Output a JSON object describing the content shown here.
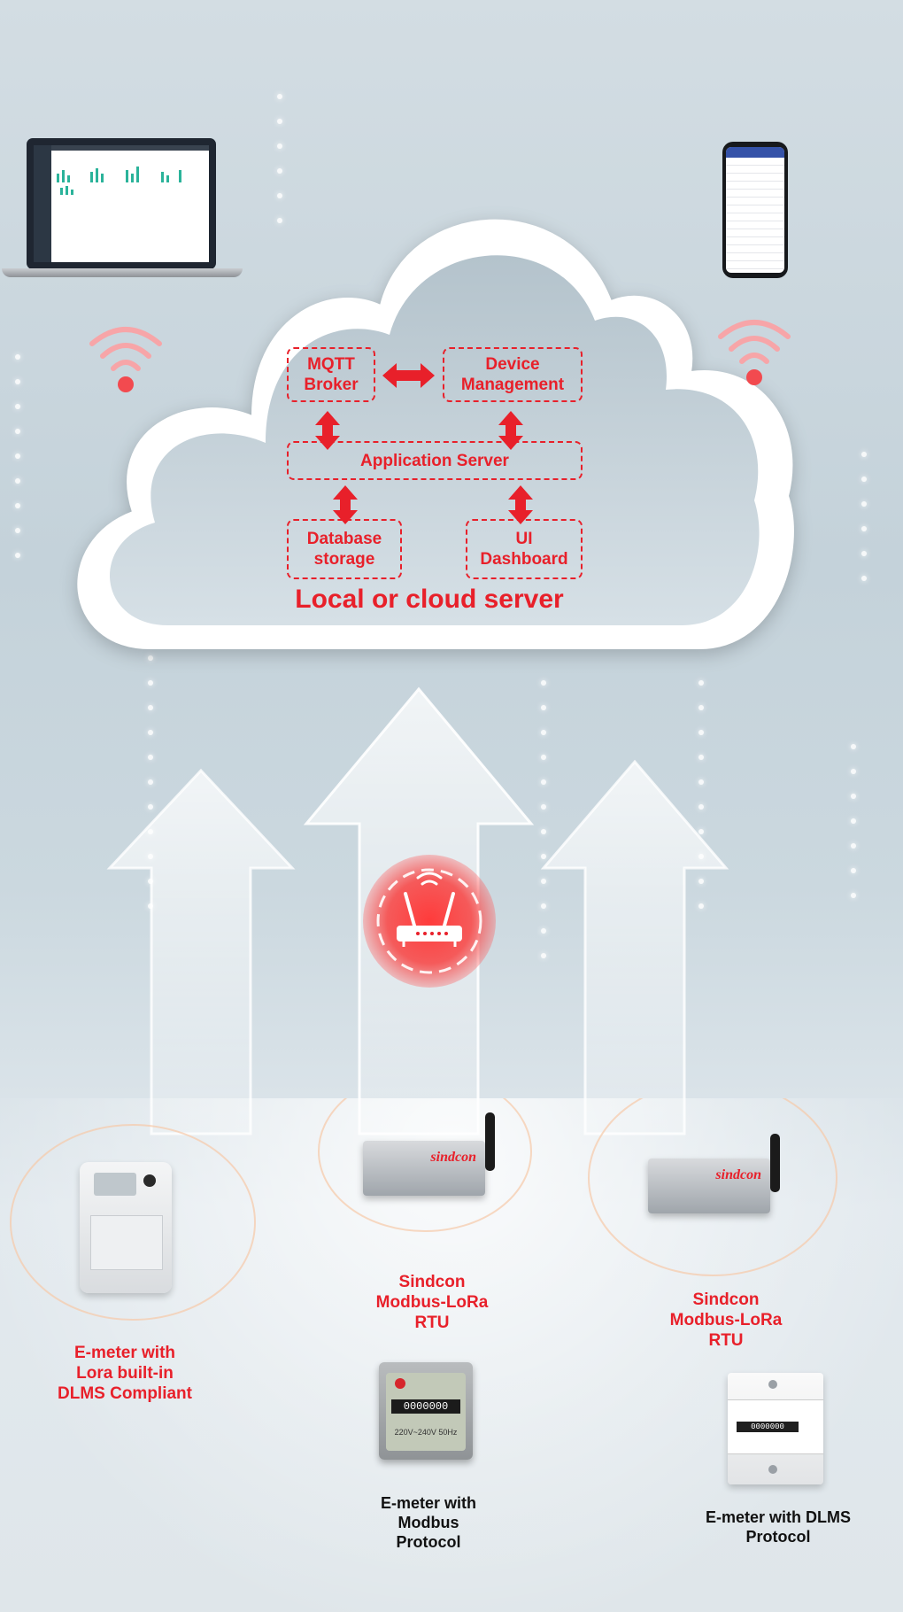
{
  "cloud": {
    "title": "Local or cloud server",
    "nodes": {
      "mqtt": [
        "MQTT",
        "Broker"
      ],
      "device": [
        "Device",
        "Management"
      ],
      "app": "Application Server",
      "db": [
        "Database",
        "storage"
      ],
      "ui": [
        "UI",
        "Dashboard"
      ]
    }
  },
  "devices": {
    "rtu_left": [
      "Sindcon",
      "Modbus-LoRa",
      "RTU"
    ],
    "rtu_right": [
      "Sindcon",
      "Modbus-LoRa",
      "RTU"
    ],
    "emeter_lora": [
      "E-meter with",
      "Lora built-in",
      "DLMS Compliant"
    ],
    "emeter_modbus": [
      "E-meter with",
      "Modbus",
      "Protocol"
    ],
    "emeter_dlms": [
      "E-meter with DLMS",
      "Protocol"
    ],
    "rtu_logo": "sindcon",
    "meter_display": "0000000",
    "meter2_spec": "220V~240V  50Hz"
  },
  "colors": {
    "accent": "#e8202a",
    "label_dark": "#111111"
  },
  "icons": [
    "laptop-icon",
    "phone-icon",
    "wifi-icon",
    "router-icon",
    "arrow-icon"
  ]
}
